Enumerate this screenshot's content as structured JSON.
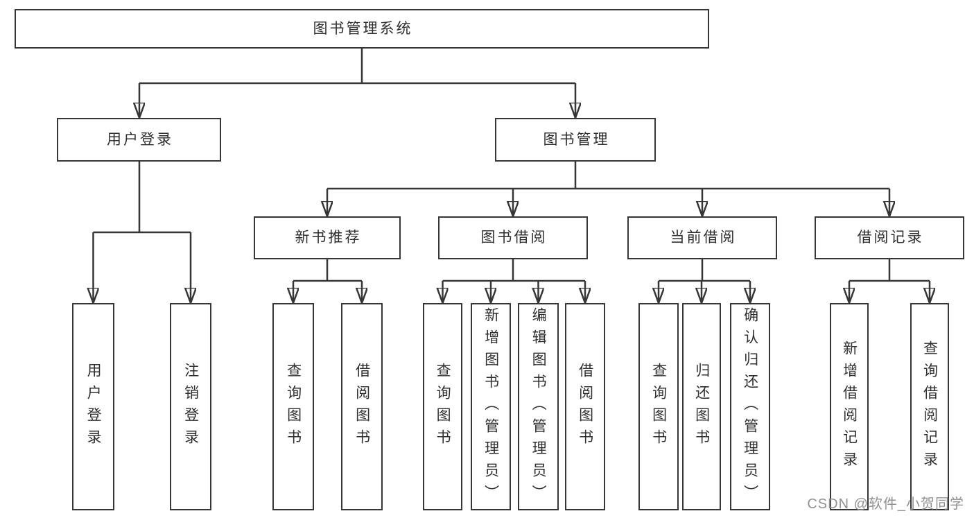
{
  "diagram": {
    "title_node": {
      "label": "图书管理系统"
    },
    "level2": [
      {
        "label": "用户登录"
      },
      {
        "label": "图书管理"
      }
    ],
    "level3": [
      {
        "label": "新书推荐"
      },
      {
        "label": "图书借阅"
      },
      {
        "label": "当前借阅"
      },
      {
        "label": "借阅记录"
      }
    ],
    "leaves": [
      {
        "label": "用户登录"
      },
      {
        "label": "注销登录"
      },
      {
        "label": "查询图书"
      },
      {
        "label": "借阅图书"
      },
      {
        "label": "查询图书"
      },
      {
        "label": "新增图书（管理员）"
      },
      {
        "label": "编辑图书（管理员）"
      },
      {
        "label": "借阅图书"
      },
      {
        "label": "查询图书"
      },
      {
        "label": "归还图书"
      },
      {
        "label": "确认归还（管理员）"
      },
      {
        "label": "新增借阅记录"
      },
      {
        "label": "查询借阅记录"
      }
    ],
    "colors": {
      "line": "#363636",
      "box_border": "#363636",
      "text": "#2f2f2f",
      "background": "#ffffff",
      "watermark": "#919191"
    },
    "watermark": "CSDN @软件_小贺同学"
  }
}
